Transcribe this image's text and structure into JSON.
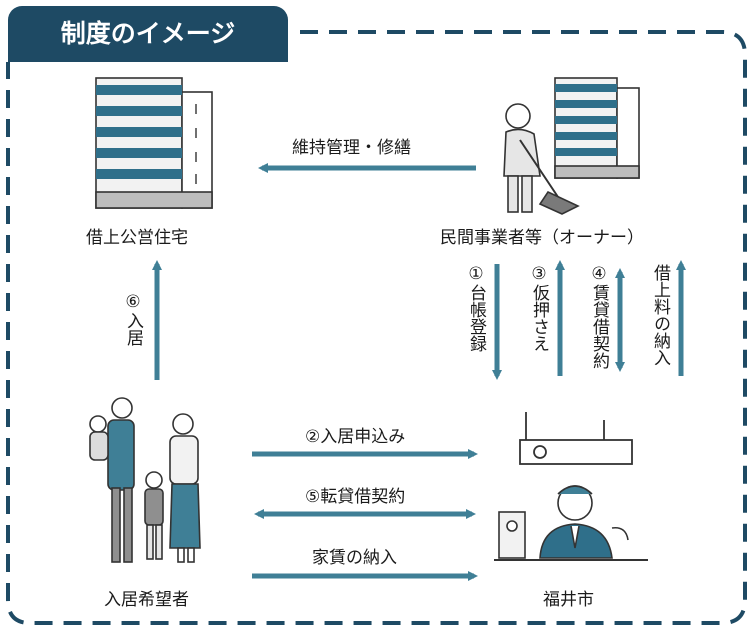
{
  "title": "制度のイメージ",
  "colors": {
    "accent": "#1e4a64",
    "arrow": "#3f7f96",
    "figure_fill": "#e6e6e6",
    "figure_stroke": "#333333"
  },
  "nodes": {
    "housing": "借上公営住宅",
    "owner": "民間事業者等（オーナー）",
    "applicant": "入居希望者",
    "city": "福井市"
  },
  "arrows": {
    "maintenance": "維持管理・修繕",
    "move_in": "⑥入居",
    "registry": "①台帳登録",
    "provisional": "③仮押さえ",
    "lease": "④賃貸借契約",
    "rent_payment": "借上料の納入",
    "application": "②入居申込み",
    "sublease": "⑤転貸借契約",
    "rent": "家賃の納入"
  },
  "icons": [
    "apartment-building-icon",
    "janitor-sweeping-icon",
    "family-icon",
    "reception-desk-bell-icon",
    "city-clerk-icon"
  ]
}
